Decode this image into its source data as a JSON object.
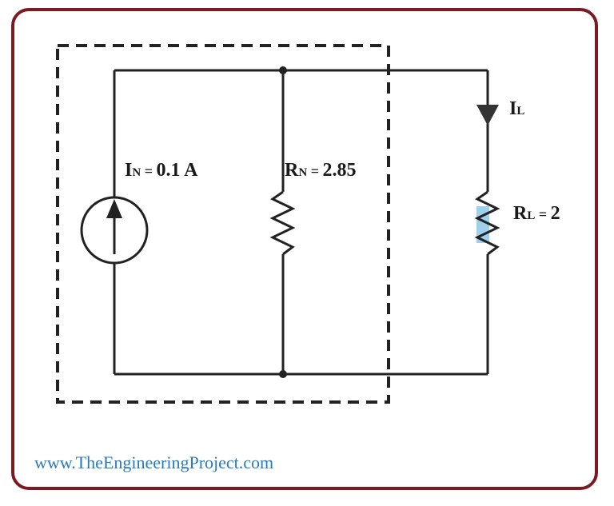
{
  "labels": {
    "source": {
      "symbol": "I",
      "subscript": "N",
      "eq": " = ",
      "value": "0.1 A"
    },
    "norton_resistor": {
      "symbol": "R",
      "subscript": "N",
      "eq": " = ",
      "value": "2.85"
    },
    "load_current": {
      "symbol": "I",
      "subscript": "L"
    },
    "load_resistor": {
      "symbol": "R",
      "subscript": "L",
      "eq": " = ",
      "value": "2"
    }
  },
  "footer": {
    "website": "www.TheEngineeringProject.com"
  },
  "colors": {
    "frame": "#7a1a22",
    "wire": "#222222",
    "website": "#2b7bb6",
    "highlight": "#9fd0ea"
  }
}
